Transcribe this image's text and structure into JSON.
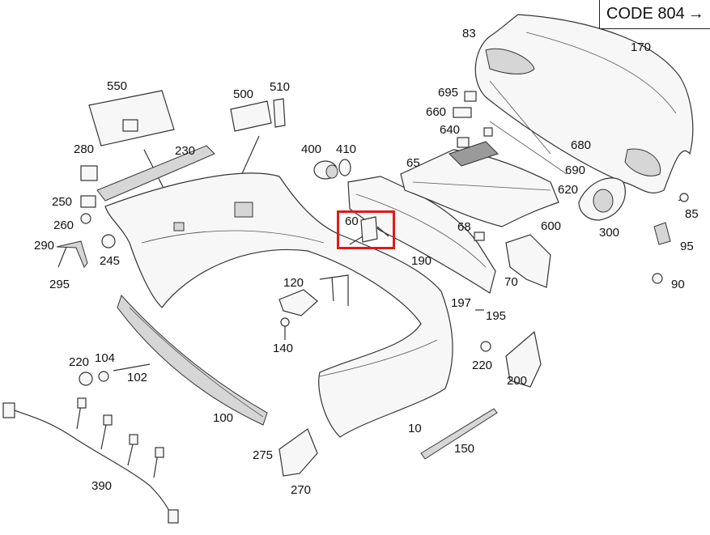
{
  "header": {
    "code_label": "CODE 804"
  },
  "highlight": {
    "part": "60"
  },
  "labels": {
    "p550": "550",
    "p500": "500",
    "p510": "510",
    "p83": "83",
    "p170": "170",
    "p280": "280",
    "p230": "230",
    "p400": "400",
    "p410": "410",
    "p695": "695",
    "p660": "660",
    "p640": "640",
    "p680": "680",
    "p690": "690",
    "p620": "620",
    "p65": "65",
    "p250": "250",
    "p260": "260",
    "p290": "290",
    "p245": "245",
    "p295": "295",
    "p60": "60",
    "p68": "68",
    "p600": "600",
    "p300": "300",
    "p85": "85",
    "p95": "95",
    "p90": "90",
    "p190": "190",
    "p70": "70",
    "p120": "120",
    "p197": "197",
    "p195": "195",
    "p140": "140",
    "p220a": "220",
    "p104": "104",
    "p102": "102",
    "p220b": "220",
    "p200": "200",
    "p100": "100",
    "p10": "10",
    "p275": "275",
    "p150": "150",
    "p270": "270",
    "p390": "390"
  },
  "icons": {
    "arrow": "right-arrow-icon"
  }
}
